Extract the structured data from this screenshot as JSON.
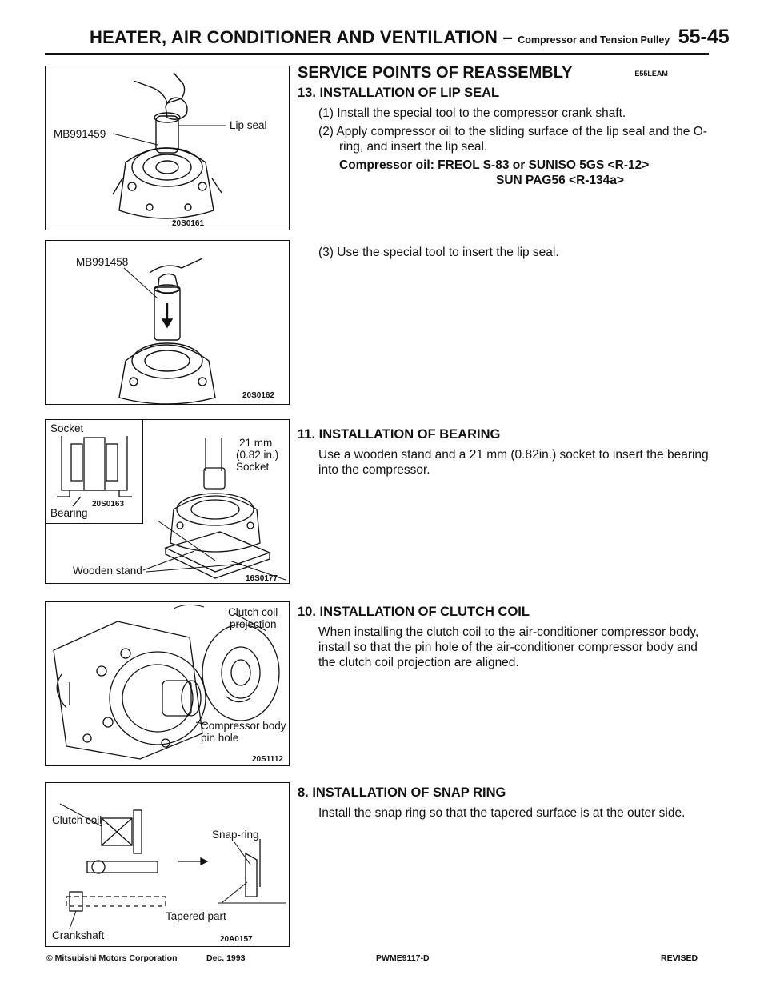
{
  "header": {
    "title": "HEATER, AIR CONDITIONER AND VENTILATION",
    "dash": " – ",
    "subtitle": "Compressor and Tension Pulley",
    "page": "55-45"
  },
  "figures": [
    {
      "code": "20S0161",
      "labels": [
        "MB991459",
        "Lip seal"
      ]
    },
    {
      "code": "20S0162",
      "labels": [
        "MB991458"
      ]
    },
    {
      "code": "16S0177",
      "inset_code": "20S0163",
      "labels": [
        "Socket",
        "Bearing",
        "21 mm",
        "(0.82 in.)",
        "Socket",
        "Wooden stand"
      ]
    },
    {
      "code": "20S1112",
      "labels": [
        "Clutch coil",
        "projection",
        "Compressor body",
        "pin hole"
      ]
    },
    {
      "code": "20A0157",
      "labels": [
        "Clutch coil",
        "Snap-ring",
        "Tapered part",
        "Crankshaft"
      ]
    }
  ],
  "section": {
    "title": "SERVICE POINTS OF REASSEMBLY",
    "ref": "E55LEAM"
  },
  "s13": {
    "heading": "13. INSTALLATION OF LIP SEAL",
    "step1": "(1) Install the special tool to the compressor crank shaft.",
    "step2": "(2) Apply compressor oil to the sliding surface of the lip seal and the O-ring, and insert the lip seal.",
    "spec1": "Compressor oil: FREOL S-83 or SUNISO 5GS <R-12>",
    "spec2": "SUN PAG56 <R-134a>",
    "step3": "(3) Use the special tool to insert the lip seal."
  },
  "s11": {
    "heading": "11. INSTALLATION OF BEARING",
    "text": "Use a wooden stand and a 21 mm (0.82in.) socket to insert the bearing into the compressor."
  },
  "s10": {
    "heading": "10. INSTALLATION OF CLUTCH COIL",
    "text": "When installing the clutch coil to the air-conditioner compressor body, install so that the pin hole of the air-conditioner compressor body and the clutch coil projection are aligned."
  },
  "s8": {
    "heading": "8. INSTALLATION OF SNAP RING",
    "text": "Install the snap ring so that the tapered surface is at the outer side."
  },
  "footer": {
    "copyright": "© Mitsubishi Motors Corporation",
    "date": "Dec. 1993",
    "doc": "PWME9117-D",
    "status": "REVISED"
  }
}
